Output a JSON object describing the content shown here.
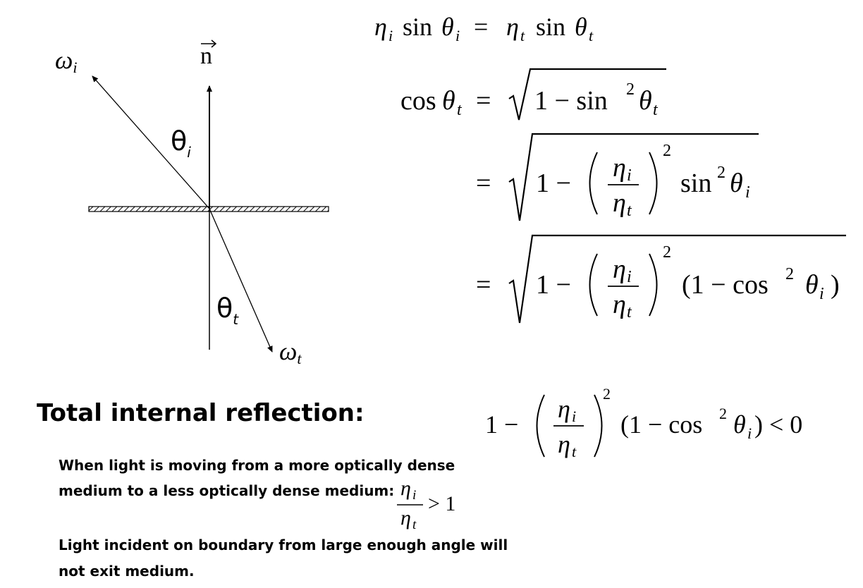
{
  "diagram": {
    "omega_i": "ω",
    "omega_i_sub": "i",
    "normal": "n",
    "theta_i": "θ",
    "theta_i_sub": "i",
    "theta_t": "θ",
    "theta_t_sub": "t",
    "omega_t": "ω",
    "omega_t_sub": "t"
  },
  "equations": {
    "eq1_eta_i": "η",
    "eq1_sin_i": "sin",
    "eq1_theta_i": "θ",
    "eq1_eq": "=",
    "eq1_eta_t": "η",
    "eq1_sin_t": "sin",
    "eq1_theta_t": "θ",
    "eq2_lhs": "cos",
    "eq2_theta": "θ",
    "eq2_eq": "=",
    "eq2_rad": "1 − sin",
    "eq2_pow": "2",
    "eq2_rad_theta": "θ",
    "eq3_eq": "=",
    "eq3_one": "1 −",
    "eq3_num": "η",
    "eq3_den": "η",
    "eq3_pow": "2",
    "eq3_sin": "sin",
    "eq3_sin_pow": "2",
    "eq3_theta": "θ",
    "eq4_eq": "=",
    "eq4_one": "1 −",
    "eq4_num": "η",
    "eq4_den": "η",
    "eq4_pow": "2",
    "eq4_paren": "(1 − cos",
    "eq4_cos_pow": "2",
    "eq4_theta": "θ",
    "eq4_close": ")",
    "tir_one": "1 −",
    "tir_num": "η",
    "tir_den": "η",
    "tir_pow": "2",
    "tir_paren": "(1 − cos",
    "tir_cos_pow": "2",
    "tir_theta": "θ",
    "tir_close": ") < 0",
    "ratio_num": "η",
    "ratio_den": "η",
    "ratio_gt": "> 1"
  },
  "text": {
    "heading": "Total internal reflection:",
    "line1": "When light is moving from a more optically dense",
    "line2": "medium to a less optically dense medium:",
    "line3": "Light incident on boundary from large enough angle will",
    "line4": "not exit medium."
  }
}
